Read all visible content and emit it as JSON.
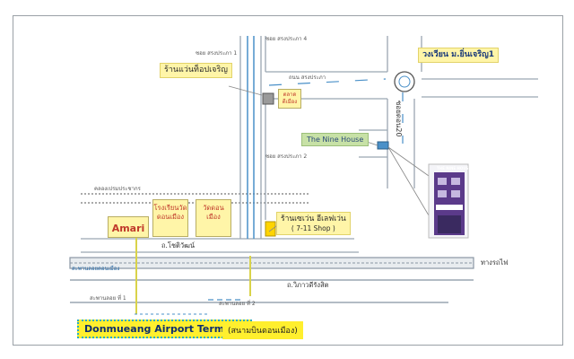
{
  "labels": {
    "soi_prapa_4": "ซอย สรงประภา 4",
    "soi_prapa_1": "ซอย สรงประภา 1",
    "roundabout": "วงเวียน ม.ยิ่นเจริญ1",
    "shop_yellow": "ร้านแว่นท็อปเจริญ",
    "thanon_songprapa": "ถนน สรงประภา",
    "market": "ตลาด",
    "market2": "ดีเมือง",
    "soi_20": "ซอยดอน20",
    "nine_house": "The Nine House",
    "soi_prapa_2": "ซอย สรงประภา 2",
    "canal": "คลองเปรมประชากร",
    "seven_shop_line1": "ร้านเซเว่น อีเลฟเว่น",
    "seven_shop_line2": "( 7-11 Shop )",
    "amari": "Amari",
    "school_line1": "โรงเรียนวัด",
    "school_line2": "ดอนเมือง",
    "temple_line1": "วัดดอน",
    "temple_line2": "เมือง",
    "thanon_choetwutthakat": "ถ.โชติวัฒน์",
    "railway": "ทางรถไฟ",
    "skywalk": "สะพานลอยดอนเมือง",
    "vibhavadi": "ถ.วิภาวดีรังสิต",
    "tunnel_1": "สะพานลอย ที่ 1",
    "tunnel_2": "สะพานลอย ที่ 2",
    "airport_en": "Donmueang Airport Terminal",
    "airport_th": "(สนามบินดอนเมือง)",
    "hotel_sign": "THE NINE HOUSE"
  },
  "colors": {
    "road": "#9aa6b2",
    "route_blue": "#4a90c8",
    "route_yellow": "#d9d34a",
    "railway": "#8a96a3",
    "canal": "#555555"
  }
}
